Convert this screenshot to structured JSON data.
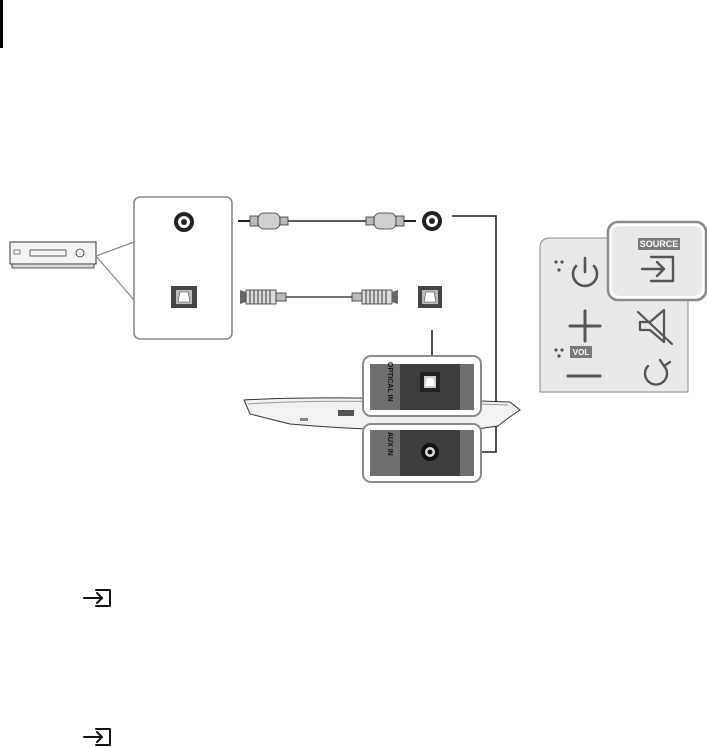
{
  "remote": {
    "source_label": "SOURCE",
    "vol_label": "VOL"
  },
  "soundbar_ports": {
    "optical_label": "OPTICAL IN",
    "aux_label": "AUX IN"
  },
  "colors": {
    "highlight_border": "#8a8a8a",
    "remote_body": "#e9e9e9",
    "remote_button": "#555555",
    "port_panel": "#6f6f6f",
    "cable": "#222222",
    "label_bg": "#7a7a7a"
  },
  "icons": [
    "power-icon",
    "source-input-icon",
    "volume-plus-icon",
    "volume-minus-icon",
    "mute-icon",
    "repeat-icon",
    "aux-jack-icon",
    "optical-port-icon"
  ]
}
